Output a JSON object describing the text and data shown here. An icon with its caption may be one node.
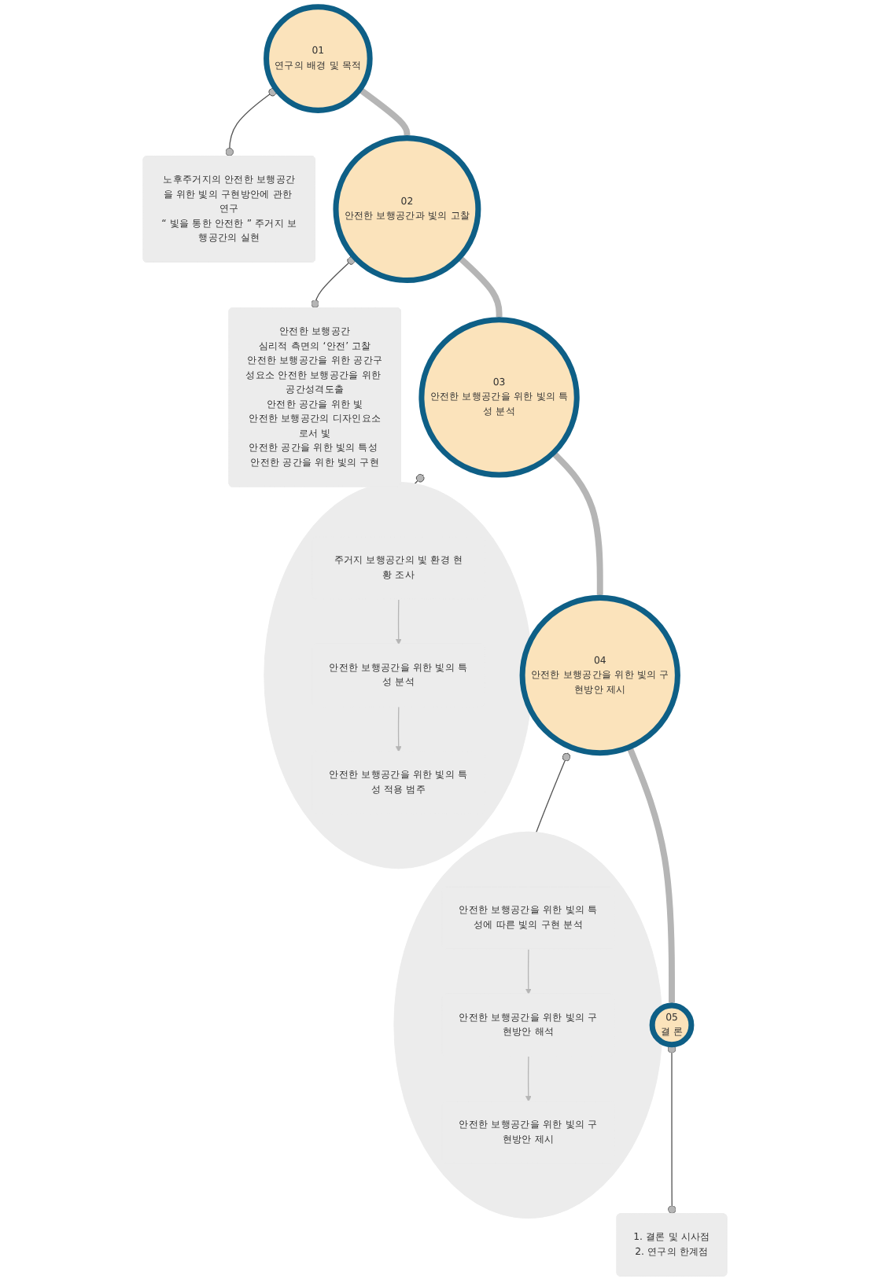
{
  "diagram": {
    "nodes": [
      {
        "text": [
          "01",
          "연구의 배경 및 목적"
        ]
      },
      {
        "text": [
          "노후주거지의 안전한 보행공간을 위한 빛의 구현방안에 관한 연구",
          "“ 빛을 통한 안전한 ” 주거지 보행공간의 실현"
        ]
      },
      {
        "text": [
          "안전한 보행공간",
          "심리적 측면의 ‘안전’ 고찰",
          "안전한 보행공간을 위한 공간구성요소 안전한 보행공간을 위한 공간성격도출",
          "안전한 공간을 위한 빛",
          "안전한 보행공간의 디자인요소로서 빛",
          "안전한 공간을 위한 빛의 특성 안전한 공간을 위한 빛의 구현"
        ]
      },
      {
        "text": [
          "02",
          "안전한 보행공간과 빛의 고찰"
        ]
      },
      {
        "text": [
          "03",
          "안전한 보행공간을 위한 빛의 특성 분석"
        ]
      },
      {
        "text": [],
        "shape": "circle"
      },
      {
        "text": [
          "주거지 보행공간의 빛 환경 현황 조사"
        ],
        "in": 5
      },
      {
        "text": [
          "안전한 보행공간을 위한 빛의 특성 분석"
        ],
        "in": 5
      },
      {
        "text": [
          "안전한 보행공간을 위한 빛의 특성 적용 범주"
        ],
        "in": 5
      },
      {
        "text": [],
        "shape": "circle"
      },
      {
        "text": [
          "안전한 보행공간을 위한 빛의 특성에 따른 빛의 구현 분석"
        ],
        "in": 9
      },
      {
        "text": [
          "안전한 보행공간을 위한 빛의 구현방안 해석"
        ],
        "in": 9
      },
      {
        "text": [
          "안전한 보행공간을 위한 빛의 구현방안 제시"
        ],
        "in": 9
      },
      {
        "text": [
          "04",
          "안전한 보행공간을 위한 빛의 구현방안 제시"
        ]
      },
      {
        "text": [
          "05",
          "결 론"
        ]
      },
      {
        "text": [
          "1. 결론 및 시사점",
          "2. 연구의 한계점"
        ]
      }
    ],
    "edges": [
      {
        "from": 0,
        "to": 3,
        "arrow": "to",
        "style": "thick"
      },
      {
        "from": 3,
        "to": 4,
        "arrow": "to",
        "style": "thick"
      },
      {
        "from": 4,
        "to": 13,
        "arrow": "to",
        "style": "thick"
      },
      {
        "from": 13,
        "to": 14,
        "arrow": "to",
        "style": "thick"
      },
      {
        "from": 0,
        "to": 1,
        "arrow": "other",
        "color": "#555555"
      },
      {
        "from": 3,
        "to": 2,
        "arrow": "other",
        "color": "#555555"
      },
      {
        "from": 4,
        "to": 5,
        "arrow": "other",
        "color": "#555555"
      },
      {
        "from": 13,
        "to": 9,
        "arrow": "other",
        "color": "#555555"
      },
      {
        "from": 14,
        "to": 15,
        "arrow": "other",
        "color": "#555555"
      },
      {
        "from": 6,
        "to": 7,
        "arrow": "to"
      },
      {
        "from": 7,
        "to": 8,
        "arrow": "to"
      },
      {
        "from": 10,
        "to": 11,
        "arrow": "to"
      },
      {
        "from": 11,
        "to": 12,
        "arrow": "to"
      }
    ]
  }
}
